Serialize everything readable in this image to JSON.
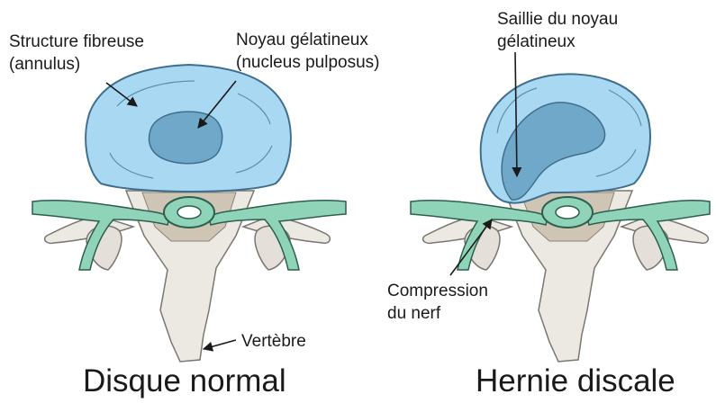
{
  "left_panel": {
    "caption": "Disque normal",
    "labels": {
      "annulus_line1": "Structure fibreuse",
      "annulus_line2": "(annulus)",
      "nucleus_line1": "Noyau gélatineux",
      "nucleus_line2": "(nucleus pulposus)",
      "vertebra": "Vertèbre"
    }
  },
  "right_panel": {
    "caption": "Hernie discale",
    "labels": {
      "protrusion_line1": "Saillie du noyau",
      "protrusion_line2": "gélatineux",
      "compression_line1": "Compression",
      "compression_line2": "du nerf"
    }
  },
  "colors": {
    "disc_fill": "#a9d8f3",
    "disc_outline": "#3f6f8c",
    "nucleus_fill": "#6fa8c8",
    "nerve_fill": "#8fd3b8",
    "nerve_outline": "#2d5e4e",
    "bone_fill": "#ece8e2",
    "bone_outline": "#7a7670",
    "canal_fill": "#cfc5b4",
    "text": "#1a1a1a"
  }
}
